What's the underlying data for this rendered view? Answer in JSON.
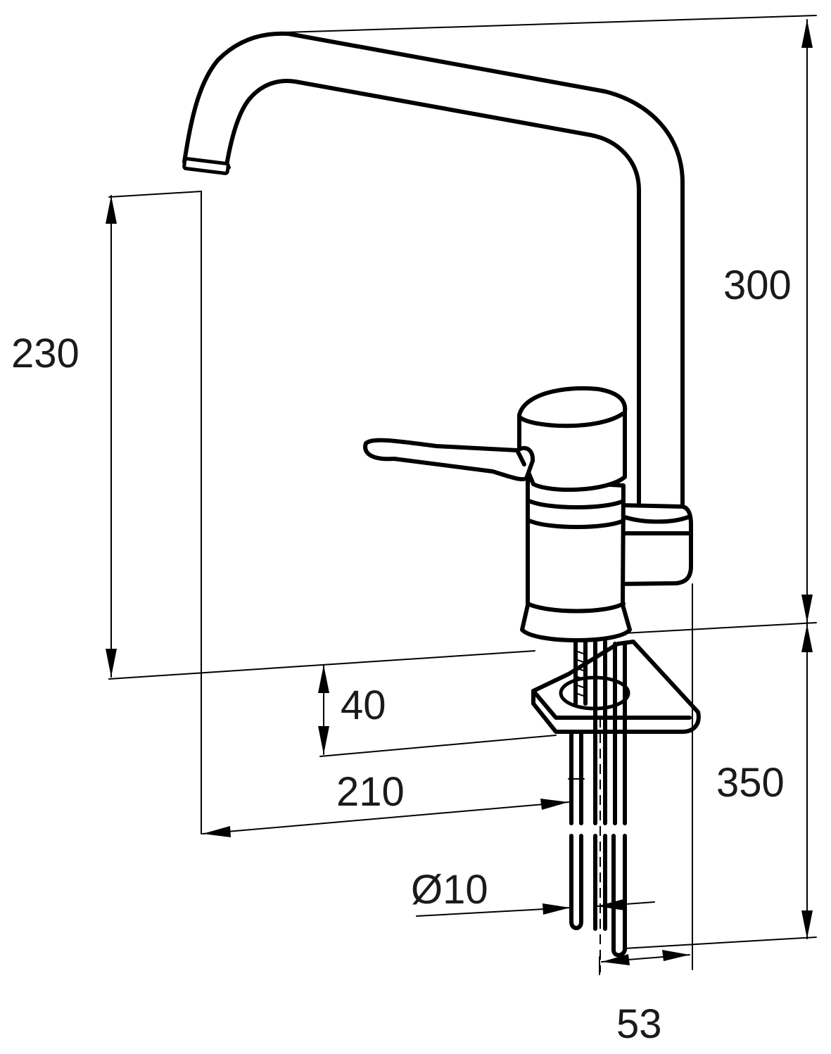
{
  "dimensions": {
    "height_total": "300",
    "spout_height": "230",
    "counter_thickness": "40",
    "reach": "210",
    "hose_diameter": "Ø10",
    "below_counter": "350",
    "offset": "53"
  },
  "colors": {
    "line": "#000000",
    "background": "#ffffff"
  }
}
